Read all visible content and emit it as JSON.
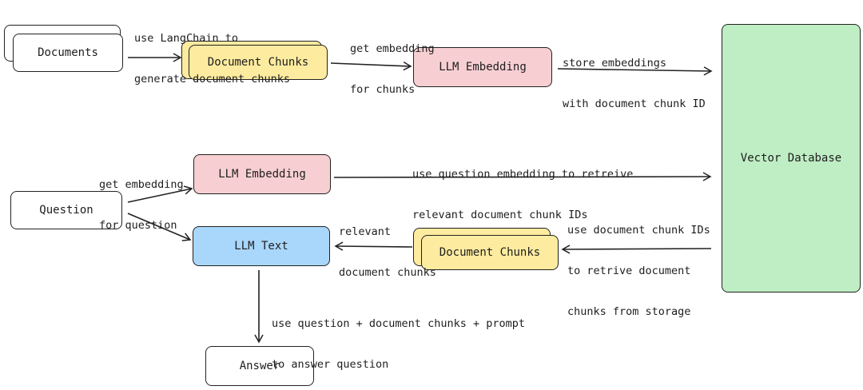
{
  "nodes": {
    "documents": "Documents",
    "document_chunks_top": "Document Chunks",
    "llm_embedding_top": "LLM Embedding",
    "vector_database": "Vector Database",
    "llm_embedding_question": "LLM Embedding",
    "question": "Question",
    "llm_text": "LLM Text",
    "document_chunks_bottom": "Document Chunks",
    "answer": "Answer"
  },
  "annotations": {
    "langchain_1": "use LangChain to",
    "langchain_2": "generate document chunks",
    "get_embedding_chunks_1": "get embedding",
    "get_embedding_chunks_2": "for chunks",
    "store_embeddings_1": "store embeddings",
    "store_embeddings_2": "with document chunk ID",
    "get_embedding_question_1": "get embedding",
    "get_embedding_question_2": "for question",
    "retrieve_ids_1": "use question embedding to retreive",
    "retrieve_ids_2": "relevant document chunk IDs",
    "relevant_chunks_1": "relevant",
    "relevant_chunks_2": "document chunks",
    "use_ids_1": "use document chunk IDs",
    "use_ids_2": "to retrive document",
    "use_ids_3": "chunks from storage",
    "answer_prompt_1": "use question + document chunks + prompt",
    "answer_prompt_2": "to answer question"
  },
  "colors": {
    "yellow": "#fdeb9f",
    "pink": "#f7cfd2",
    "blue": "#a9d6fb",
    "green": "#bfeec4",
    "stroke": "#222222"
  }
}
